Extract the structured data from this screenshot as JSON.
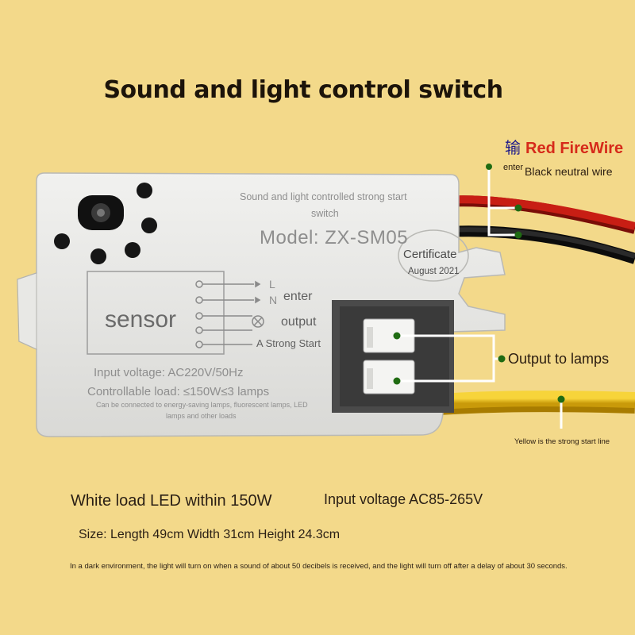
{
  "title": "Sound and light control switch",
  "device": {
    "label_line1": "Sound and light controlled strong start",
    "label_line2": "switch",
    "model": "Model: ZX-SM05",
    "certificate": "Certificate",
    "certificate_date": "August 2021",
    "sensor": "sensor",
    "terminal_L": "L",
    "terminal_N": "N",
    "terminal_enter": "enter",
    "terminal_output": "output",
    "terminal_strong": "A Strong Start",
    "input_voltage": "Input voltage: AC220V/50Hz",
    "controllable_load": "Controllable load: ≤150W≤3 lamps",
    "compat_line1": "Can be connected to energy-saving lamps, fluorescent lamps, LED",
    "compat_line2": "lamps and other loads"
  },
  "callouts": {
    "input_char": "输",
    "red_firewire": "Red FireWire",
    "enter_small": "enter",
    "black_neutral": "Black neutral wire",
    "output_to_lamps": "Output to lamps",
    "yellow_note": "Yellow is the strong start line"
  },
  "specs": {
    "white_load": "White load LED within 150W",
    "input_voltage": "Input voltage AC85-265V",
    "size": "Size: Length 49cm Width 31cm Height 24.3cm",
    "description": "In a dark environment, the light will turn on when a sound of about 50 decibels is received, and the light will turn off after a delay of about 30 seconds."
  },
  "colors": {
    "background": "#f3d98a",
    "red_wire": "#c81e14",
    "black_wire": "#1a1a1a",
    "yellow_wire": "#f2c21a",
    "marker_dot": "#1f6b12"
  }
}
